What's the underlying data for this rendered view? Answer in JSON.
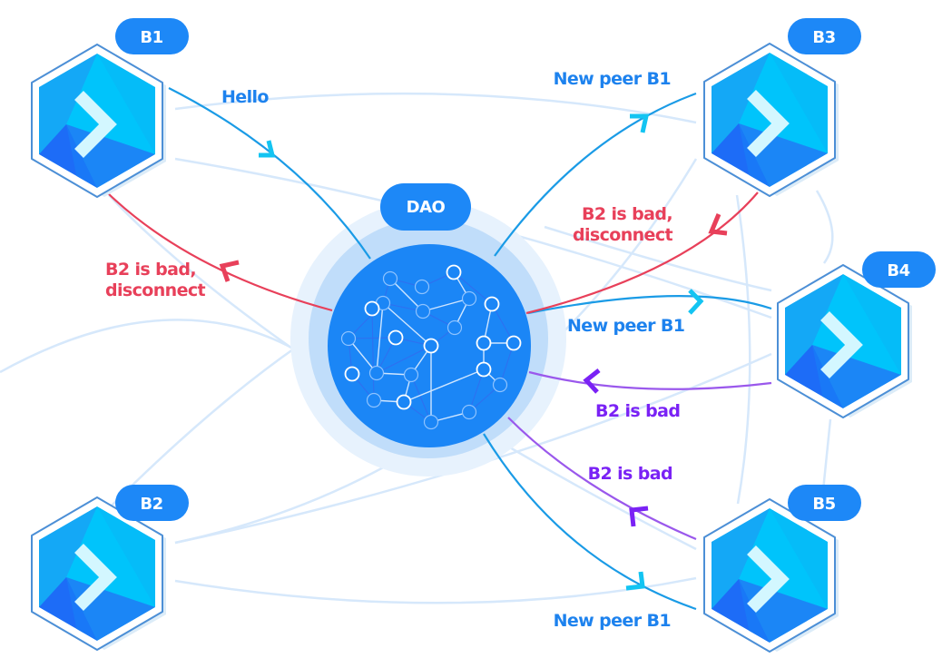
{
  "diagram": {
    "title": "DAO peer network messaging",
    "center": {
      "id": "dao",
      "label": "DAO"
    },
    "colors": {
      "badge": "#1d88f7",
      "hello_blue": "#1a9be6",
      "arrow_cyan": "#13c4f2",
      "alert_red": "#e8405a",
      "bad_purple": "#8a4cf0",
      "arrow_purple": "#7a22f5",
      "mesh_line": "#d6e8fb",
      "hex_outline": "#4c8fd6",
      "chevron": "#d3f7ff"
    },
    "nodes": [
      {
        "id": "B1",
        "label": "B1"
      },
      {
        "id": "B2",
        "label": "B2"
      },
      {
        "id": "B3",
        "label": "B3"
      },
      {
        "id": "B4",
        "label": "B4"
      },
      {
        "id": "B5",
        "label": "B5"
      }
    ],
    "messages": [
      {
        "from": "B1",
        "to": "DAO",
        "text": "Hello",
        "kind": "hello"
      },
      {
        "from": "DAO",
        "to": "B3",
        "text": "New peer B1",
        "kind": "announce"
      },
      {
        "from": "DAO",
        "to": "B4",
        "text": "New peer B1",
        "kind": "announce"
      },
      {
        "from": "DAO",
        "to": "B5",
        "text": "New peer B1",
        "kind": "announce"
      },
      {
        "from": "B4",
        "to": "DAO",
        "text": "B2 is bad",
        "kind": "report"
      },
      {
        "from": "B5",
        "to": "DAO",
        "text": "B2 is bad",
        "kind": "report"
      },
      {
        "from": "DAO",
        "to": "B1",
        "text_lines": [
          "B2 is bad,",
          "disconnect"
        ],
        "kind": "disconnect"
      },
      {
        "from": "B3",
        "to": "DAO",
        "text_lines": [
          "B2 is bad,",
          "disconnect"
        ],
        "kind": "disconnect"
      }
    ]
  }
}
